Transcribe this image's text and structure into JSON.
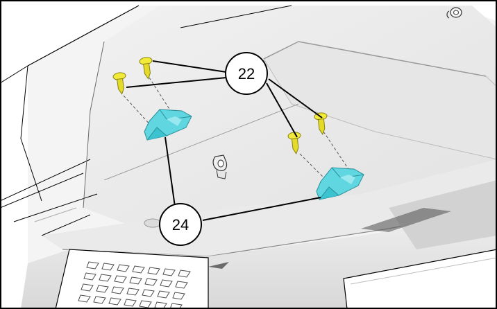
{
  "callouts": [
    {
      "id": "fastener",
      "label": "22"
    },
    {
      "id": "clip",
      "label": "24"
    }
  ],
  "colors": {
    "clip_fill": "#5fd6e0",
    "clip_shade": "#2fb4c2",
    "fastener_fill": "#f2ea3a",
    "fastener_shade": "#c9bd1a",
    "body_light": "#f3f3f3",
    "body_mid": "#e4e4e4",
    "body_dark": "#cfcfcf",
    "line": "#000000"
  }
}
